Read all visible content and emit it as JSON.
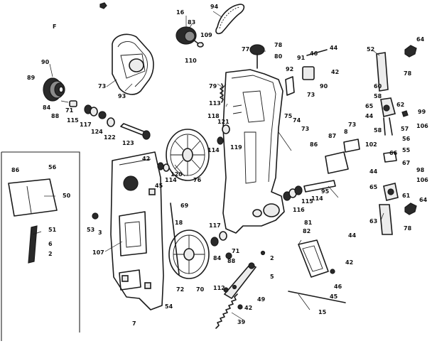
{
  "diagram": {
    "callouts": {
      "c_f": "F",
      "c16": "16",
      "c94": "94",
      "c83": "83",
      "c109": "109",
      "c110": "110",
      "c90": "90",
      "c89": "89",
      "c84": "84",
      "c88": "88",
      "c71": "71",
      "c115": "115",
      "c117": "117",
      "c124": "124",
      "c122": "122",
      "c73a": "73",
      "c93": "93",
      "c79": "79",
      "c113": "113",
      "c118": "118",
      "c121": "121",
      "c119": "119",
      "c114a": "114",
      "c123": "123",
      "c77": "77",
      "c78a": "78",
      "c80": "80",
      "c91": "91",
      "c92": "92",
      "c46a": "46",
      "c44a": "44",
      "c42a": "42",
      "c73b": "73",
      "c90b": "90",
      "c75": "75",
      "c74": "74",
      "c73c": "73",
      "c87": "87",
      "c86": "86",
      "c73d": "73",
      "c8": "8",
      "c102": "102",
      "c52": "52",
      "c64a": "64",
      "c78b": "78",
      "c60": "60",
      "c58a": "58",
      "c62": "62",
      "c65": "65",
      "c44b": "44",
      "c58b": "58",
      "c57": "57",
      "c56": "56",
      "c99": "99",
      "c106a": "106",
      "c55": "55",
      "c66": "66",
      "c67": "67",
      "c44c": "44",
      "c98": "98",
      "c65b": "65",
      "c106b": "106",
      "c61": "61",
      "c64b": "64",
      "c63": "63",
      "c78c": "78",
      "c42b": "42",
      "c45a": "45",
      "c114b": "114",
      "c120": "120",
      "c76": "76",
      "c95": "95",
      "c115b": "115",
      "c114c": "114",
      "c116": "116",
      "c86b": "86",
      "c56b": "56",
      "c50": "50",
      "c53": "53",
      "c3": "3",
      "c51": "51",
      "c6": "6",
      "c2": "2",
      "c69": "69",
      "c18": "18",
      "c117b": "117",
      "c71b": "71",
      "c84b": "84",
      "c88b": "88",
      "c107": "107",
      "c72": "72",
      "c70": "70",
      "c54": "54",
      "c7": "7",
      "c112": "112",
      "c42c": "42",
      "c49": "49",
      "c39": "39",
      "c81": "81",
      "c82": "82",
      "c44d": "44",
      "c42d": "42",
      "c46b": "46",
      "c45b": "45",
      "c15": "15",
      "c2b": "2",
      "c5": "5"
    }
  }
}
